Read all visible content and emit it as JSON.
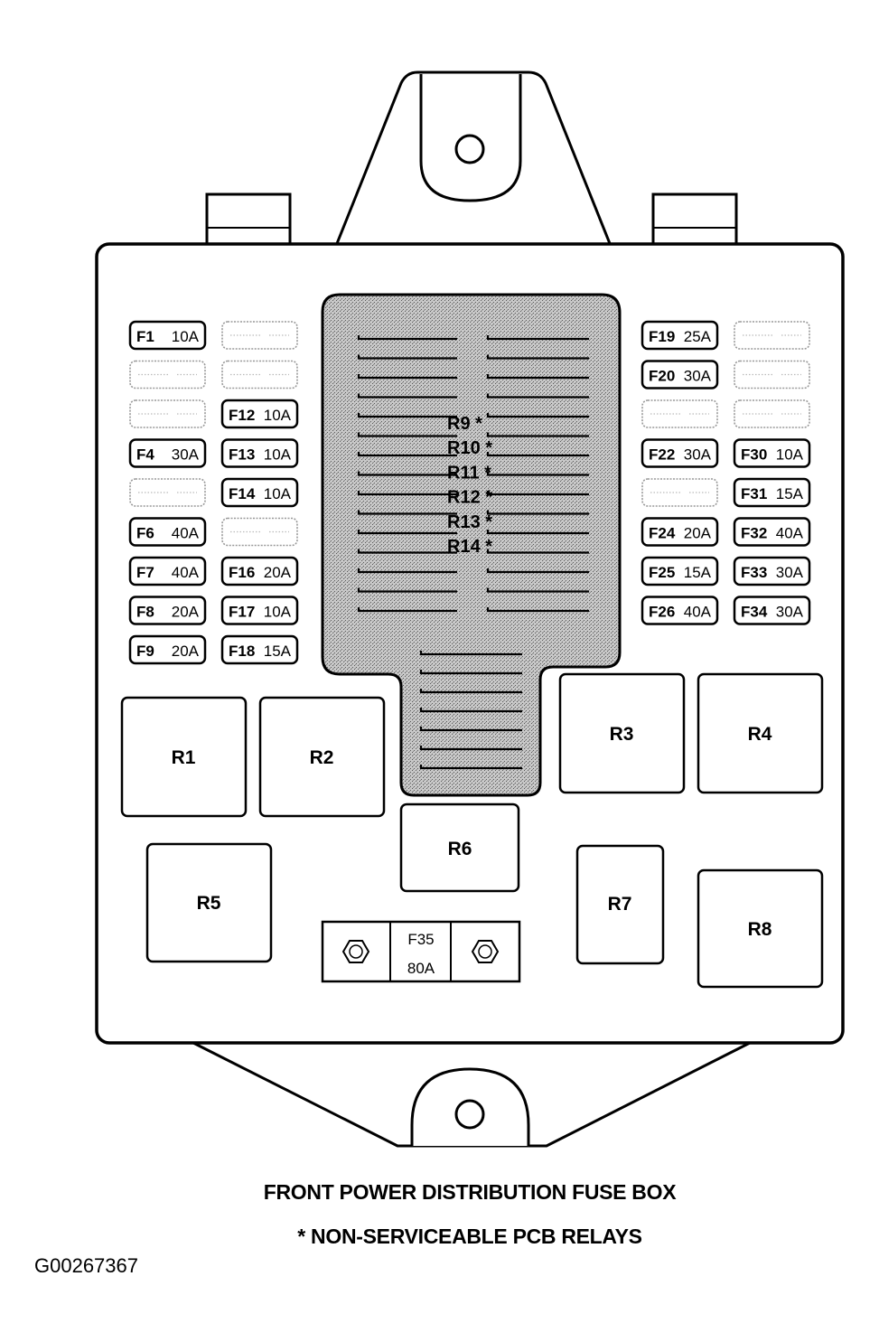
{
  "title": "FRONT POWER DISTRIBUTION FUSE BOX",
  "note": "* NON-SERVICEABLE PCB RELAYS",
  "figure_code": "G00267367",
  "fuses": [
    {
      "id": "F1",
      "rating": "10A",
      "col": 0,
      "row": 0
    },
    {
      "id": "",
      "rating": "",
      "col": 1,
      "row": 0,
      "empty": true
    },
    {
      "id": "",
      "rating": "",
      "col": 0,
      "row": 1,
      "empty": true
    },
    {
      "id": "",
      "rating": "",
      "col": 1,
      "row": 1,
      "empty": true
    },
    {
      "id": "",
      "rating": "",
      "col": 0,
      "row": 2,
      "empty": true
    },
    {
      "id": "F12",
      "rating": "10A",
      "col": 1,
      "row": 2
    },
    {
      "id": "F4",
      "rating": "30A",
      "col": 0,
      "row": 3
    },
    {
      "id": "F13",
      "rating": "10A",
      "col": 1,
      "row": 3
    },
    {
      "id": "",
      "rating": "",
      "col": 0,
      "row": 4,
      "empty": true
    },
    {
      "id": "F14",
      "rating": "10A",
      "col": 1,
      "row": 4
    },
    {
      "id": "F6",
      "rating": "40A",
      "col": 0,
      "row": 5
    },
    {
      "id": "",
      "rating": "",
      "col": 1,
      "row": 5,
      "empty": true
    },
    {
      "id": "F7",
      "rating": "40A",
      "col": 0,
      "row": 6
    },
    {
      "id": "F16",
      "rating": "20A",
      "col": 1,
      "row": 6
    },
    {
      "id": "F8",
      "rating": "20A",
      "col": 0,
      "row": 7
    },
    {
      "id": "F17",
      "rating": "10A",
      "col": 1,
      "row": 7
    },
    {
      "id": "F9",
      "rating": "20A",
      "col": 0,
      "row": 8
    },
    {
      "id": "F18",
      "rating": "15A",
      "col": 1,
      "row": 8
    },
    {
      "id": "F19",
      "rating": "25A",
      "col": 2,
      "row": 0
    },
    {
      "id": "",
      "rating": "",
      "col": 3,
      "row": 0,
      "empty": true
    },
    {
      "id": "F20",
      "rating": "30A",
      "col": 2,
      "row": 1
    },
    {
      "id": "",
      "rating": "",
      "col": 3,
      "row": 1,
      "empty": true
    },
    {
      "id": "",
      "rating": "",
      "col": 2,
      "row": 2,
      "empty": true
    },
    {
      "id": "",
      "rating": "",
      "col": 3,
      "row": 2,
      "empty": true
    },
    {
      "id": "F22",
      "rating": "30A",
      "col": 2,
      "row": 3
    },
    {
      "id": "F30",
      "rating": "10A",
      "col": 3,
      "row": 3
    },
    {
      "id": "",
      "rating": "",
      "col": 2,
      "row": 4,
      "empty": true
    },
    {
      "id": "F31",
      "rating": "15A",
      "col": 3,
      "row": 4
    },
    {
      "id": "F24",
      "rating": "20A",
      "col": 2,
      "row": 5
    },
    {
      "id": "F32",
      "rating": "40A",
      "col": 3,
      "row": 5
    },
    {
      "id": "F25",
      "rating": "15A",
      "col": 2,
      "row": 6
    },
    {
      "id": "F33",
      "rating": "30A",
      "col": 3,
      "row": 6
    },
    {
      "id": "F26",
      "rating": "40A",
      "col": 2,
      "row": 7
    },
    {
      "id": "F34",
      "rating": "30A",
      "col": 3,
      "row": 7
    }
  ],
  "pcb_relays": [
    "R9 *",
    "R10 *",
    "R11 *",
    "R12 *",
    "R13 *",
    "R14 *"
  ],
  "relays": [
    "R1",
    "R2",
    "R3",
    "R4",
    "R5",
    "R6",
    "R7",
    "R8"
  ],
  "mega_fuse": {
    "id": "F35",
    "rating": "80A"
  }
}
